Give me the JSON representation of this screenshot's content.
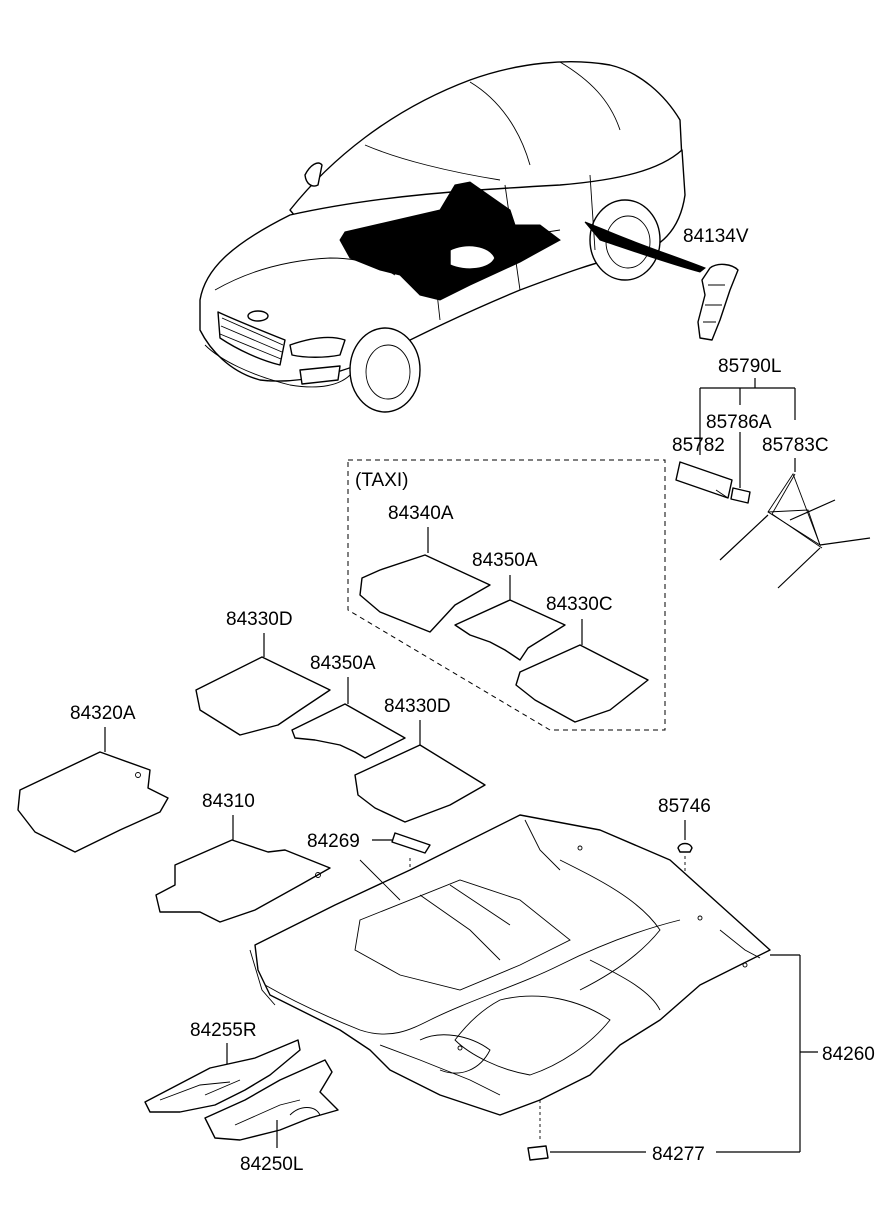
{
  "labels": {
    "p84134V": "84134V",
    "p85790L": "85790L",
    "p85786A": "85786A",
    "p85782": "85782",
    "p85783C": "85783C",
    "taxi": "(TAXI)",
    "p84340A": "84340A",
    "p84350A_taxi": "84350A",
    "p84330C": "84330C",
    "p84330D_top": "84330D",
    "p84350A": "84350A",
    "p84330D": "84330D",
    "p84320A": "84320A",
    "p84310": "84310",
    "p84269": "84269",
    "p85746": "85746",
    "p84255R": "84255R",
    "p84250L": "84250L",
    "p84260": "84260",
    "p84277": "84277"
  }
}
